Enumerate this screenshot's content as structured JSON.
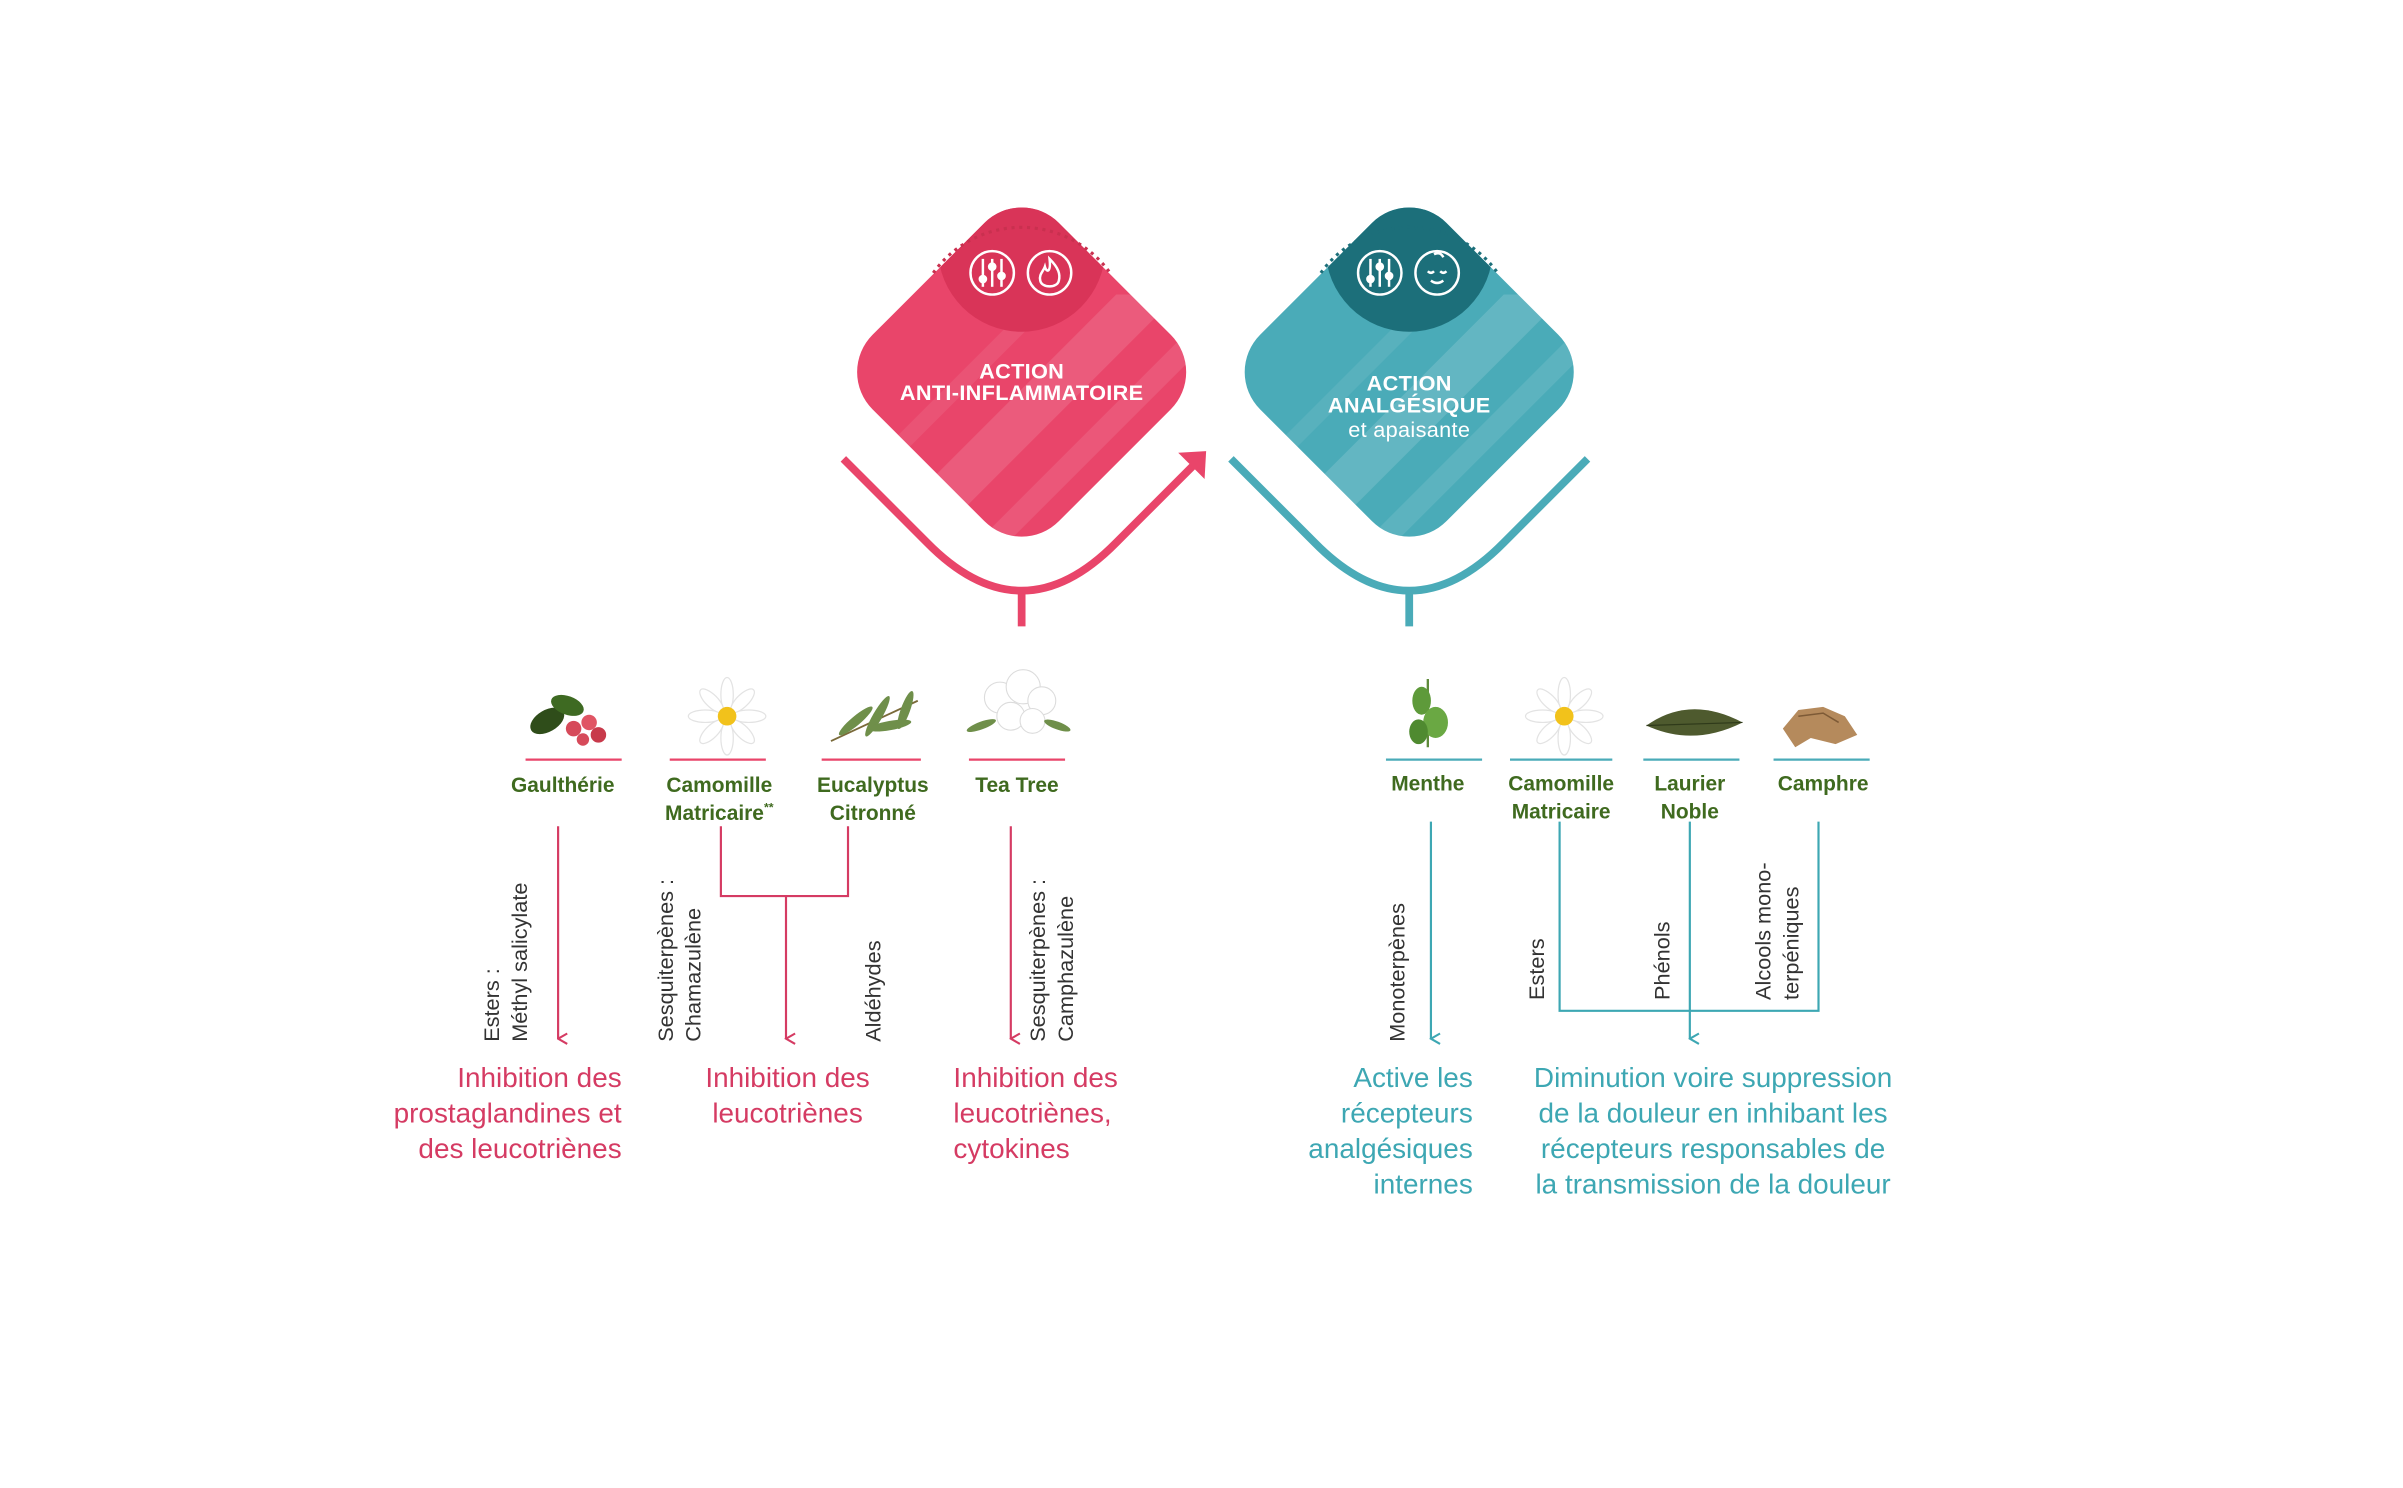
{
  "colors": {
    "red": "#e9456a",
    "red_dark": "#d53b63",
    "teal": "#4aabb8",
    "teal_dark": "#1c6f7a",
    "green": "#3f6a1f",
    "text": "#333333"
  },
  "actions": {
    "anti_inflammatory": {
      "line1": "ACTION",
      "line2": "ANTI-INFLAMMATOIRE",
      "icons": [
        "sliders-icon",
        "flame-icon"
      ]
    },
    "analgesic": {
      "line1": "ACTION",
      "line2": "ANALGÉSIQUE",
      "line3": "et apaisante",
      "icons": [
        "sliders-icon",
        "baby-face-icon"
      ]
    }
  },
  "plants": {
    "gaultherie": "Gaulthérie",
    "camomille_r_1": "Camomille",
    "camomille_r_2": "Matricaire",
    "camomille_r_mark": "**",
    "eucalyptus_1": "Eucalyptus",
    "eucalyptus_2": "Citronné",
    "teatree": "Tea Tree",
    "menthe": "Menthe",
    "camomille_t_1": "Camomille",
    "camomille_t_2": "Matricaire",
    "laurier_1": "Laurier",
    "laurier_2": "Noble",
    "camphre": "Camphre"
  },
  "compounds": {
    "esters_1": "Esters :",
    "esters_2": "Méthyl salicylate",
    "sesqui1_1": "Sesquiterpènes :",
    "sesqui1_2": "Chamazulène",
    "aldehydes": "Aldéhydes",
    "sesqui2_1": "Sesquiterpènes :",
    "sesqui2_2": "Camphazulène",
    "monoterpenes": "Monoterpènes",
    "esters_t": "Esters",
    "phenols": "Phénols",
    "alcools_1": "Alcools mono-",
    "alcools_2": "terpéniques"
  },
  "results": {
    "r1": [
      "Inhibition des",
      "prostaglandines et",
      "des leucotriènes"
    ],
    "r2": [
      "Inhibition des",
      "leucotriènes"
    ],
    "r3": [
      "Inhibition des",
      "leucotriènes,",
      "cytokines"
    ],
    "t1": [
      "Active les",
      "récepteurs",
      "analgésiques",
      "internes"
    ],
    "t2": [
      "Diminution voire suppression",
      "de la douleur en inhibant les",
      "récepteurs responsables de",
      "la transmission de la douleur"
    ]
  }
}
